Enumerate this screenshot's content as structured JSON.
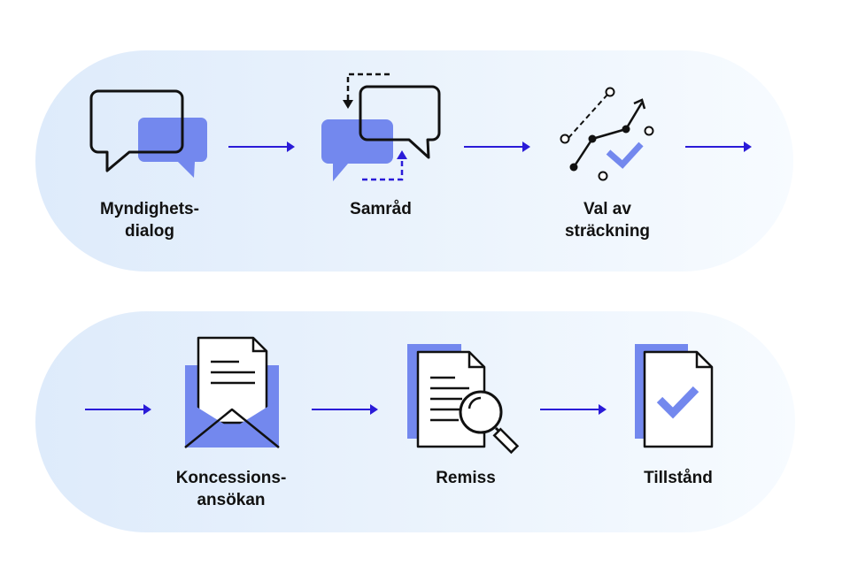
{
  "colors": {
    "accent": "#7388ee",
    "arrow": "#2a1bd8",
    "stroke": "#111111"
  },
  "rows": [
    {
      "steps": [
        {
          "id": "myndighetsdialog",
          "icon": "speech-bubbles-icon",
          "label_line1": "Myndighets-",
          "label_line2": "dialog"
        },
        {
          "id": "samrad",
          "icon": "consultation-bubbles-icon",
          "label_line1": "Samråd",
          "label_line2": ""
        },
        {
          "id": "val-av-strackning",
          "icon": "route-selection-icon",
          "label_line1": "Val av",
          "label_line2": "sträckning"
        }
      ]
    },
    {
      "steps": [
        {
          "id": "koncessionsansokan",
          "icon": "envelope-letter-icon",
          "label_line1": "Koncessions-",
          "label_line2": "ansökan"
        },
        {
          "id": "remiss",
          "icon": "document-magnifier-icon",
          "label_line1": "Remiss",
          "label_line2": ""
        },
        {
          "id": "tillstand",
          "icon": "approved-document-icon",
          "label_line1": "Tillstånd",
          "label_line2": ""
        }
      ]
    }
  ]
}
